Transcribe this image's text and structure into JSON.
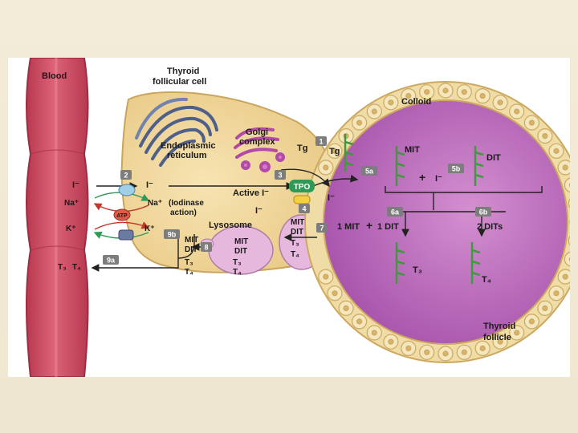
{
  "labels": {
    "blood": "Blood",
    "thyroid_cell": [
      "Thyroid",
      "follicular cell"
    ],
    "colloid": "Colloid",
    "er": [
      "Endoplasmic",
      "reticulum"
    ],
    "golgi": [
      "Golgi",
      "complex"
    ],
    "lysosome": "Lysosome",
    "thyroid_follicle": [
      "Thyroid",
      "follicle"
    ],
    "iodinase": [
      "(Iodinase",
      "action)"
    ],
    "active_iodide": "Active I⁻",
    "tpo": "TPO",
    "atp": "ATP"
  },
  "ions": {
    "iodide": "I⁻",
    "sodium": "Na⁺",
    "potassium": "K⁺",
    "tg": "Tg",
    "plus": "+"
  },
  "molecules": {
    "mit": "MIT",
    "dit": "DIT",
    "t3": "T₃",
    "t4": "T₄",
    "one_mit": "1 MIT",
    "one_dit": "1 DIT",
    "two_dits": "2 DITs"
  },
  "steps": {
    "s1": "1",
    "s2": "2",
    "s3": "3",
    "s4": "4",
    "s5a": "5a",
    "s5b": "5b",
    "s6a": "6a",
    "s6b": "6b",
    "s7": "7",
    "s8": "8",
    "s9a": "9a",
    "s9b": "9b"
  },
  "colors": {
    "blood": "#d34f67",
    "cell": "#f2d89a",
    "colloid": "#b766b8",
    "follicle_cells": "#f0dfae",
    "tpo": "#2e9a58",
    "protein_green": "#3f9a3f",
    "tag_gray": "#7d7d7d"
  }
}
